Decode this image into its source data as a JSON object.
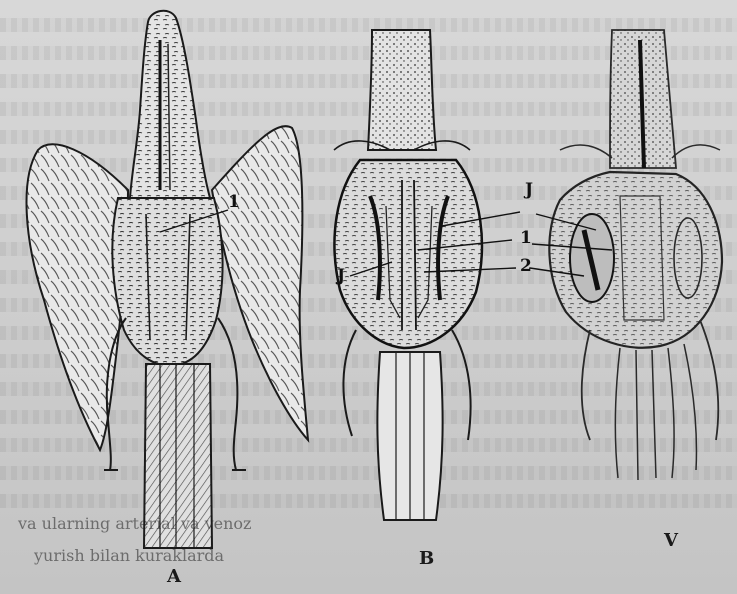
{
  "figure": {
    "panel_labels": {
      "a": "A",
      "b": "B",
      "v": "V"
    },
    "callouts": {
      "a_1": "1",
      "b_j_left": "J",
      "b_j_right": "J",
      "b_1": "1",
      "b_2": "2"
    },
    "bottom_text": {
      "line1": "va ularning arterial va venoz",
      "line2": "yurish bilan kuraklarda"
    }
  }
}
